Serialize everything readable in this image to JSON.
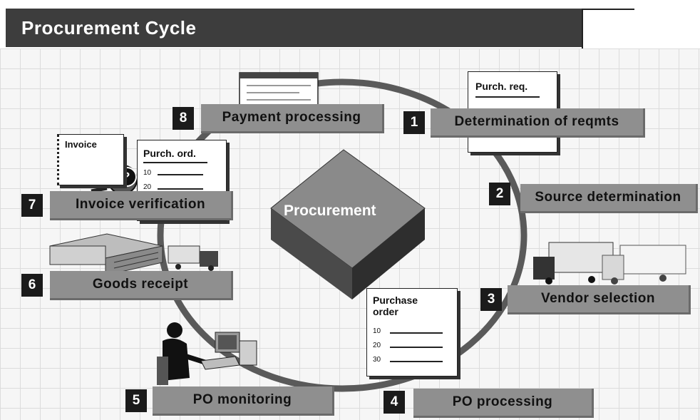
{
  "header": {
    "title": "Procurement Cycle"
  },
  "center": {
    "label": "Procurement"
  },
  "steps": [
    {
      "number": "1",
      "label": "Determination of reqmts"
    },
    {
      "number": "2",
      "label": "Source determination"
    },
    {
      "number": "3",
      "label": "Vendor selection"
    },
    {
      "number": "4",
      "label": "PO processing"
    },
    {
      "number": "5",
      "label": "PO monitoring"
    },
    {
      "number": "6",
      "label": "Goods receipt"
    },
    {
      "number": "7",
      "label": "Invoice verification"
    },
    {
      "number": "8",
      "label": "Payment processing"
    }
  ],
  "documents": {
    "purch_req": {
      "title": "Purch. req."
    },
    "purch_ord": {
      "title": "Purch. ord.",
      "lines": [
        "10",
        "20"
      ]
    },
    "invoice": {
      "title": "Invoice"
    },
    "purchase_order": {
      "title": "Purchase order",
      "lines": [
        "10",
        "20",
        "30"
      ]
    }
  },
  "icons": {
    "question": "?"
  },
  "colors": {
    "header_bg": "#3d3d3d",
    "step_bg": "#8f8f8f",
    "number_bg": "#1b1b1b",
    "cycle_ring": "#5a5a5a"
  }
}
